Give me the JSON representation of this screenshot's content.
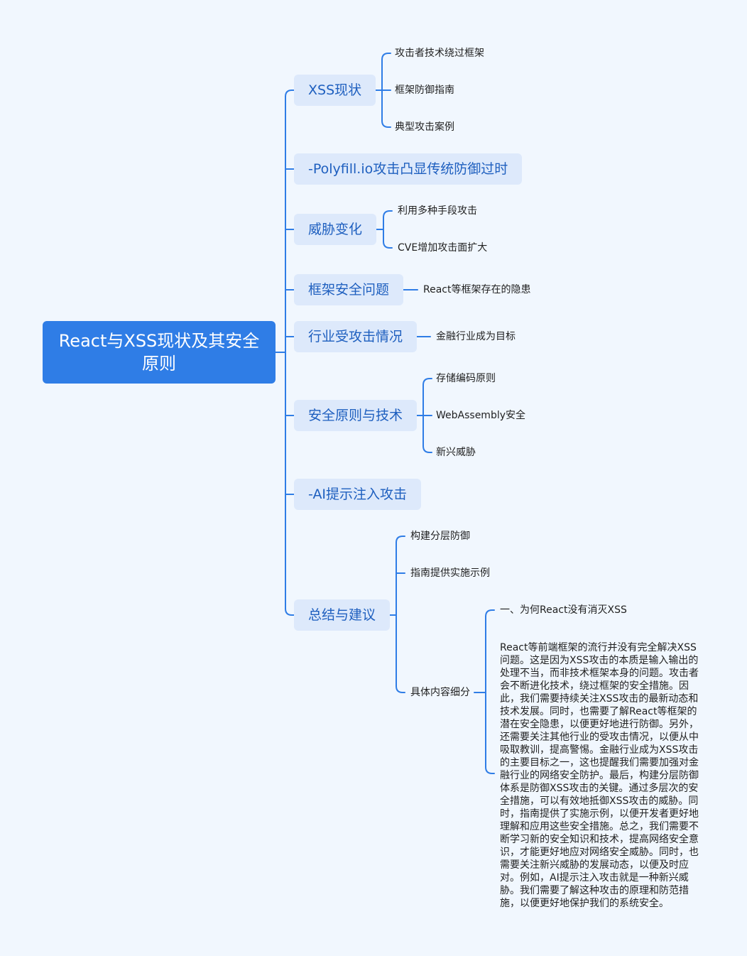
{
  "root": {
    "title": "React与XSS现状及其安全原则"
  },
  "branches": [
    {
      "label": "XSS现状",
      "children": [
        "攻击者技术绕过框架",
        "框架防御指南",
        "典型攻击案例"
      ]
    },
    {
      "label": "-Polyfill.io攻击凸显传统防御过时",
      "children": []
    },
    {
      "label": "威胁变化",
      "children": [
        "利用多种手段攻击",
        "CVE增加攻击面扩大"
      ]
    },
    {
      "label": "框架安全问题",
      "children": [
        "React等框架存在的隐患"
      ]
    },
    {
      "label": "行业受攻击情况",
      "children": [
        "金融行业成为目标"
      ]
    },
    {
      "label": "安全原则与技术",
      "children": [
        "存储编码原则",
        "WebAssembly安全",
        "新兴威胁"
      ]
    },
    {
      "label": "-AI提示注入攻击",
      "children": []
    },
    {
      "label": "总结与建议",
      "children": [
        "构建分层防御",
        "指南提供实施示例",
        "具体内容细分"
      ]
    }
  ],
  "detail": {
    "heading": "一、为何React没有消灭XSS",
    "paragraph": "React等前端框架的流行并没有完全解决XSS问题。这是因为XSS攻击的本质是输入输出的处理不当，而非技术框架本身的问题。攻击者会不断进化技术，绕过框架的安全措施。因此，我们需要持续关注XSS攻击的最新动态和技术发展。同时，也需要了解React等框架的潜在安全隐患，以便更好地进行防御。另外，还需要关注其他行业的受攻击情况，以便从中吸取教训，提高警惕。金融行业成为XSS攻击的主要目标之一，这也提醒我们需要加强对金融行业的网络安全防护。最后，构建分层防御体系是防御XSS攻击的关键。通过多层次的安全措施，可以有效地抵御XSS攻击的威胁。同时，指南提供了实施示例，以便开发者更好地理解和应用这些安全措施。总之，我们需要不断学习新的安全知识和技术，提高网络安全意识，才能更好地应对网络安全威胁。同时，也需要关注新兴威胁的发展动态，以便及时应对。例如，AI提示注入攻击就是一种新兴威胁。我们需要了解这种攻击的原理和防范措施，以便更好地保护我们的系统安全。"
  },
  "colors": {
    "background": "#f1f7fe",
    "root_fill": "#2f7de6",
    "branch_fill": "#dde9fb",
    "branch_text": "#1e5fbf",
    "connector": "#2f7de6"
  }
}
